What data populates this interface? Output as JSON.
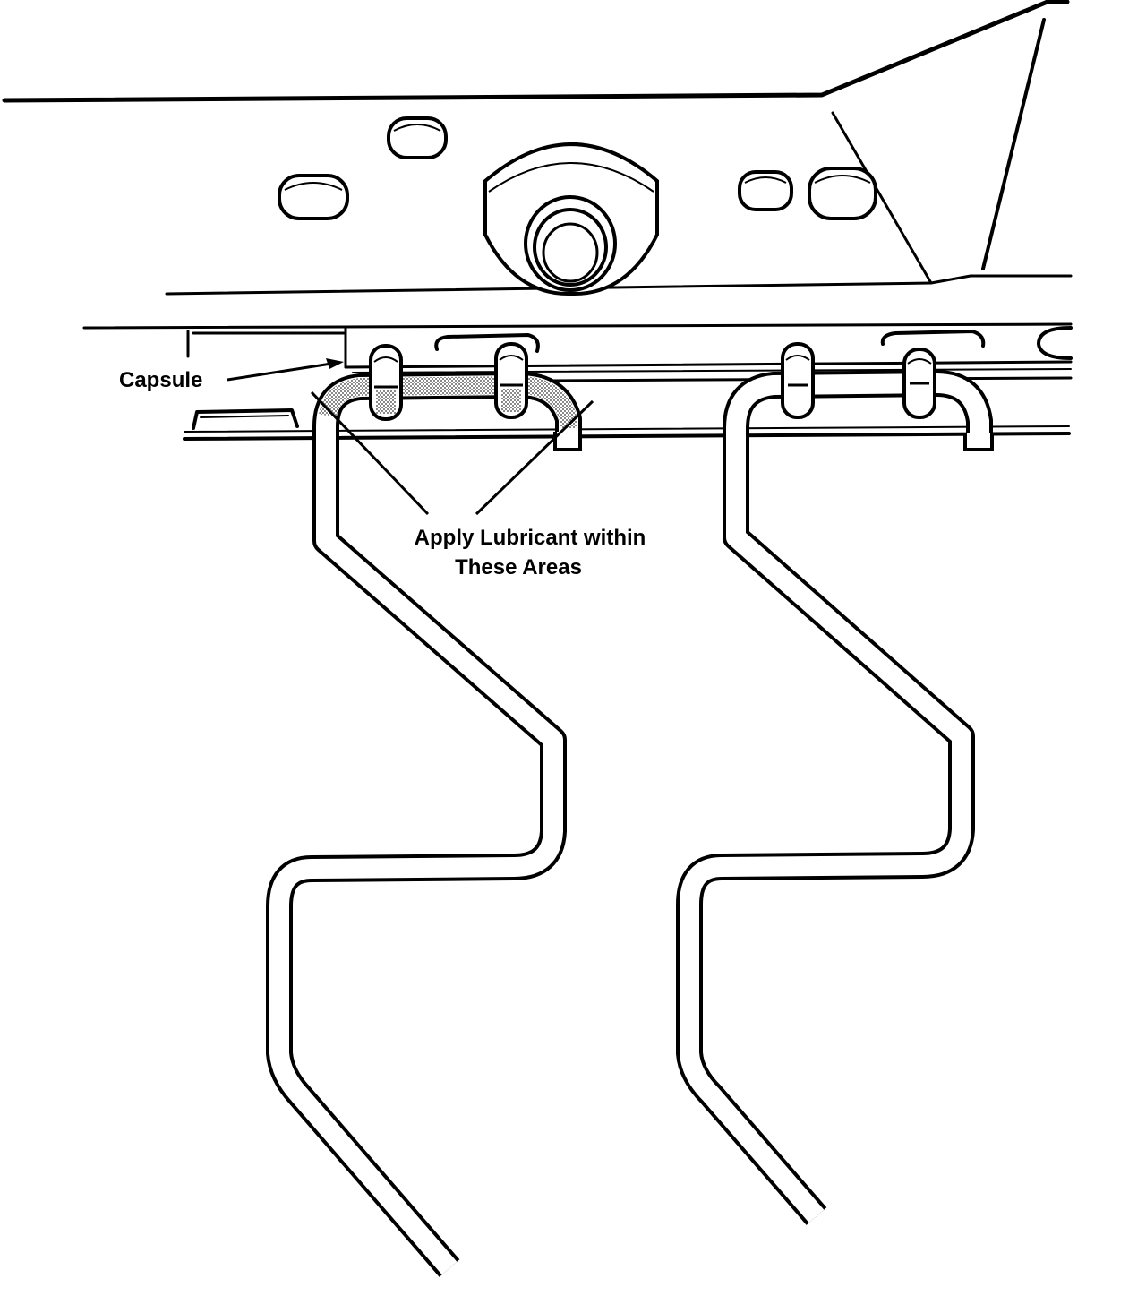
{
  "diagram": {
    "labels": {
      "capsule": "Capsule",
      "lubricant_line1": "Apply Lubricant within",
      "lubricant_line2": "These Areas"
    },
    "colors": {
      "stroke": "#000000",
      "background": "#ffffff",
      "lubricant_stipple": "#9a9a9a"
    }
  }
}
